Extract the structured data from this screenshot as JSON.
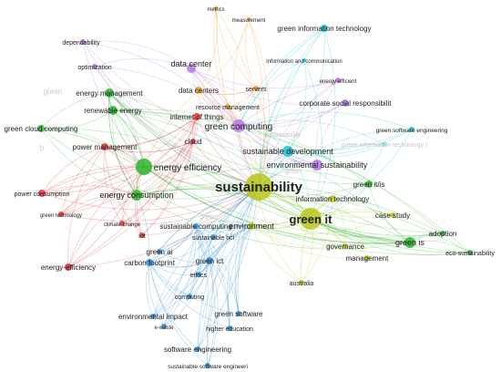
{
  "colors": {
    "green": "#2ab52a",
    "red": "#e5333b",
    "blue": "#2a90d6",
    "yellow": "#b8c81a",
    "purple": "#b677e6",
    "cyan": "#18c2d0",
    "orange": "#f09a2a",
    "pink": "#e07fb5"
  },
  "nodes": [
    {
      "id": "sustainability",
      "label": "sustainability",
      "cluster": "yellow"
    },
    {
      "id": "green-it",
      "label": "green it",
      "cluster": "yellow"
    },
    {
      "id": "energy-efficiency",
      "label": "energy efficiency",
      "cluster": "green"
    },
    {
      "id": "green-computing",
      "label": "green computing",
      "cluster": "purple"
    },
    {
      "id": "sustainable-development",
      "label": "sustainable development",
      "cluster": "cyan"
    },
    {
      "id": "environmental-sustainability",
      "label": "environmental sustainability",
      "cluster": "purple"
    },
    {
      "id": "energy-consumption",
      "label": "energy consumption",
      "cluster": "green"
    },
    {
      "id": "environment",
      "label": "environment",
      "cluster": "yellow"
    },
    {
      "id": "information-technology",
      "label": "information technology",
      "cluster": "yellow"
    },
    {
      "id": "green-is",
      "label": "green is",
      "cluster": "green"
    },
    {
      "id": "green-it-is",
      "label": "green it/is",
      "cluster": "green"
    },
    {
      "id": "case-study",
      "label": "case study",
      "cluster": "yellow"
    },
    {
      "id": "adoption",
      "label": "adoption",
      "cluster": "green"
    },
    {
      "id": "eco-sustainability",
      "label": "eco-sustainability",
      "cluster": "green"
    },
    {
      "id": "governance",
      "label": "governance",
      "cluster": "yellow"
    },
    {
      "id": "management",
      "label": "management",
      "cluster": "yellow"
    },
    {
      "id": "australia",
      "label": "australia",
      "cluster": "yellow"
    },
    {
      "id": "data-center",
      "label": "data center",
      "cluster": "purple"
    },
    {
      "id": "data-centers",
      "label": "data centers",
      "cluster": "orange"
    },
    {
      "id": "servers",
      "label": "servers",
      "cluster": "orange"
    },
    {
      "id": "resource-management",
      "label": "resource management",
      "cluster": "orange"
    },
    {
      "id": "internet-of-things",
      "label": "internet of things",
      "cluster": "red"
    },
    {
      "id": "cloud",
      "label": "cloud",
      "cluster": "red"
    },
    {
      "id": "energy-management",
      "label": "energy management",
      "cluster": "green"
    },
    {
      "id": "renewable-energy",
      "label": "renewable energy",
      "cluster": "green"
    },
    {
      "id": "power-management",
      "label": "power management",
      "cluster": "red"
    },
    {
      "id": "green-cloud-computing",
      "label": "green cloud computing",
      "cluster": "green"
    },
    {
      "id": "power-consumption",
      "label": "power consumption",
      "cluster": "red"
    },
    {
      "id": "green-technology",
      "label": "green technology",
      "cluster": "red"
    },
    {
      "id": "energy-efficiency-2",
      "label": "energy-efficiency",
      "cluster": "red"
    },
    {
      "id": "climate-change",
      "label": "climate change",
      "cluster": "red"
    },
    {
      "id": "iot",
      "label": "iot",
      "cluster": "red"
    },
    {
      "id": "sustainable-computing",
      "label": "sustainable computing",
      "cluster": "blue"
    },
    {
      "id": "sustainable-hci",
      "label": "sustainable hci",
      "cluster": "blue"
    },
    {
      "id": "green-ai",
      "label": "green ai",
      "cluster": "blue"
    },
    {
      "id": "carbon-footprint",
      "label": "carbon footprint",
      "cluster": "blue"
    },
    {
      "id": "green-ict",
      "label": "green ict",
      "cluster": "blue"
    },
    {
      "id": "ethics",
      "label": "ethics",
      "cluster": "blue"
    },
    {
      "id": "computing",
      "label": "computing",
      "cluster": "blue"
    },
    {
      "id": "environmental-impact",
      "label": "environmental impact",
      "cluster": "blue"
    },
    {
      "id": "e-waste",
      "label": "e-waste",
      "cluster": "blue"
    },
    {
      "id": "green-software",
      "label": "green software",
      "cluster": "blue"
    },
    {
      "id": "higher-education",
      "label": "higher education",
      "cluster": "blue"
    },
    {
      "id": "software-engineering",
      "label": "software engineering",
      "cluster": "blue"
    },
    {
      "id": "sustainable-software-engineeri",
      "label": "sustainable software engineeri",
      "cluster": "blue"
    },
    {
      "id": "metrics",
      "label": "metrics",
      "cluster": "orange"
    },
    {
      "id": "measurement",
      "label": "measurement",
      "cluster": "orange"
    },
    {
      "id": "green-information-technology",
      "label": "green information technology",
      "cluster": "cyan"
    },
    {
      "id": "information-and-communication",
      "label": "information and communication",
      "cluster": "cyan"
    },
    {
      "id": "energy-efficient",
      "label": "energy efficient",
      "cluster": "purple"
    },
    {
      "id": "corporate-social-responsibilit",
      "label": "corporate social responsibilit",
      "cluster": "purple"
    },
    {
      "id": "green-software-engineering",
      "label": "green software engineering",
      "cluster": "cyan"
    },
    {
      "id": "dependability",
      "label": "dependability",
      "cluster": "purple"
    },
    {
      "id": "optimization",
      "label": "optimization",
      "cluster": "purple"
    },
    {
      "id": "green-information-technology-faded",
      "label": "green information technology (",
      "cluster": "cyan"
    }
  ],
  "faded_labels": [
    {
      "id": "faded-green",
      "text": "green"
    },
    {
      "id": "faded-b",
      "text": "b"
    },
    {
      "id": "faded-sustainability",
      "text": "sustainability"
    },
    {
      "id": "faded-green-cloud",
      "text": "green"
    },
    {
      "id": "faded-green-2",
      "text": "green"
    }
  ]
}
